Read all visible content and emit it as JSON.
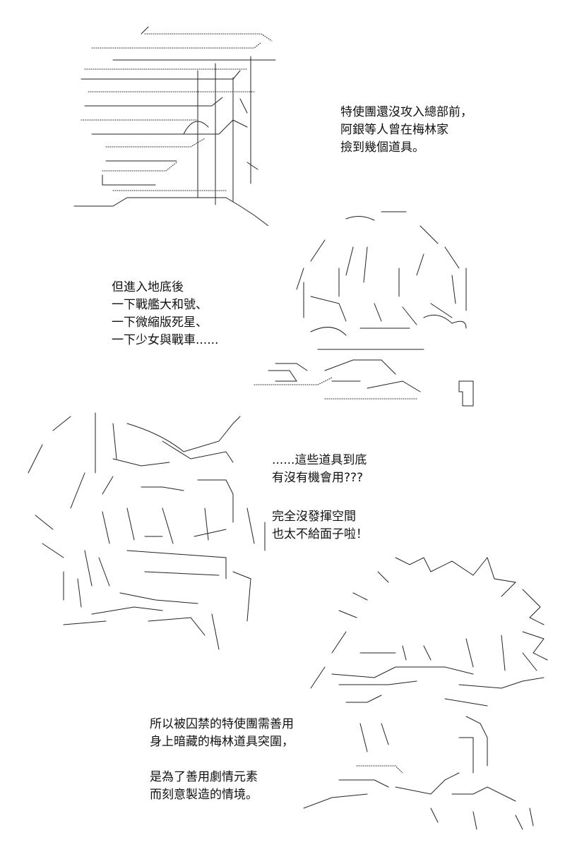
{
  "captions": {
    "c1": [
      "特使團還沒攻入總部前，",
      "阿銀等人曾在梅林家",
      "撿到幾個道具。"
    ],
    "c2": [
      "但進入地底後",
      "一下戰艦大和號、",
      "一下微縮版死星、",
      "一下少女與戰車......"
    ],
    "c3": [
      "......這些道具到底",
      "有沒有機會用???"
    ],
    "c4": [
      "完全沒發揮空間",
      "也太不給面子啦！"
    ],
    "c5": [
      "所以被囚禁的特使團需善用",
      "身上暗藏的梅林道具突圍，",
      "",
      "是為了善用劇情元素",
      "而刻意製造的情境。"
    ]
  },
  "colors": {
    "ink": "#111111",
    "background": "#ffffff"
  }
}
